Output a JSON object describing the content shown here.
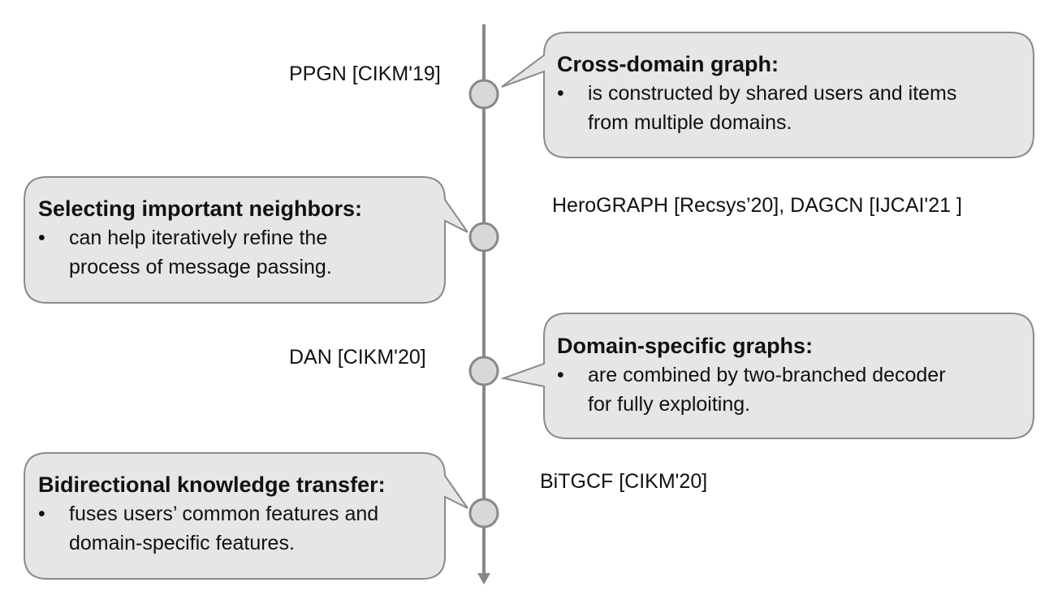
{
  "colors": {
    "callout_fill": "#e6e6e6",
    "callout_stroke": "#8a8a8a",
    "timeline": "#888888",
    "node_fill": "#d8d8d8"
  },
  "labels": {
    "ppgn": "PPGN [CIKM'19]",
    "herograph": "HeroGRAPH [Recsys’20], DAGCN [IJCAI'21 ]",
    "dan": "DAN [CIKM'20]",
    "bitgcf": "BiTGCF [CIKM'20]"
  },
  "callouts": {
    "cross_domain": {
      "title": "Cross-domain graph:",
      "bullet": "•",
      "text_1": "is constructed by shared users and items",
      "text_2": "from multiple domains."
    },
    "neighbors": {
      "title": "Selecting important neighbors:",
      "bullet": "•",
      "text_1": "can help iteratively refine the",
      "text_2": "process of message passing."
    },
    "domain_specific": {
      "title": "Domain-specific graphs:",
      "bullet": "•",
      "text_1": "are combined by two-branched decoder",
      "text_2": "for fully exploiting."
    },
    "bidirectional": {
      "title": "Bidirectional knowledge transfer:",
      "bullet": "•",
      "text_1": "fuses users’ common features and",
      "text_2": "domain-specific features."
    }
  }
}
